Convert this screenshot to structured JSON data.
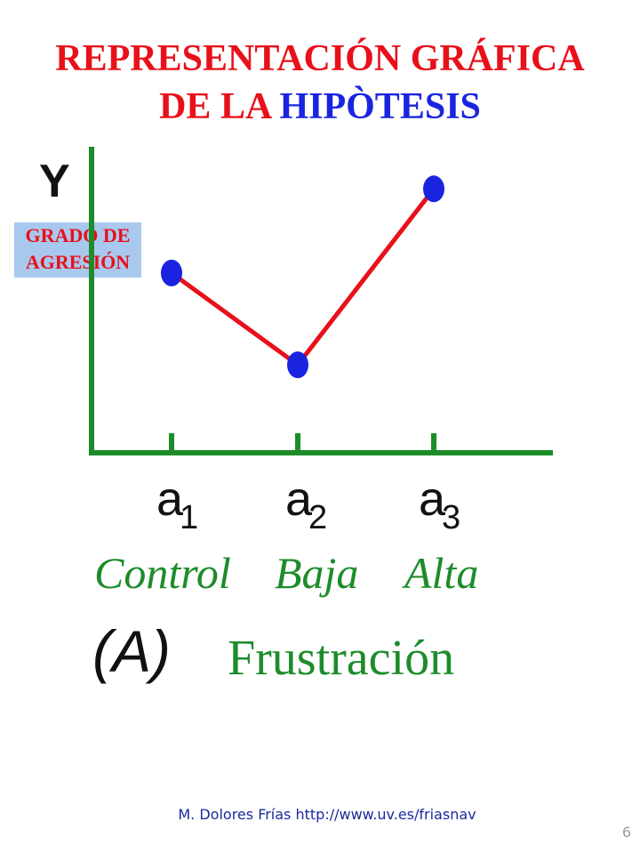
{
  "title": {
    "line1": "REPRESENTACIÓN GRÁFICA",
    "line2_part1": "DE LA ",
    "line2_part2": "HIPÒTESIS"
  },
  "colors": {
    "title_red": "#e8101a",
    "title_blue": "#1a24e0",
    "axis_green": "#1d8c2a",
    "line_red": "#e8101a",
    "point_blue": "#1a24e0",
    "ylabel_bg": "#a9c8ee"
  },
  "chart_data": {
    "type": "line",
    "y_axis_symbol": "Y",
    "ylabel_line1": "GRADO DE",
    "ylabel_line2": "AGRESIÓN",
    "x_ticks": [
      {
        "base": "a",
        "sub": "1"
      },
      {
        "base": "a",
        "sub": "2"
      },
      {
        "base": "a",
        "sub": "3"
      }
    ],
    "categories": [
      "Control",
      "Baja",
      "Alta"
    ],
    "values": [
      4.7,
      2.3,
      6.9
    ],
    "ylim": [
      0,
      8
    ],
    "grid": false,
    "legend": "none",
    "panel_label": "(A)",
    "xlabel": "Frustración"
  },
  "footer": {
    "credit": "M. Dolores Frías http://www.uv.es/friasnav",
    "page_number": "6"
  }
}
